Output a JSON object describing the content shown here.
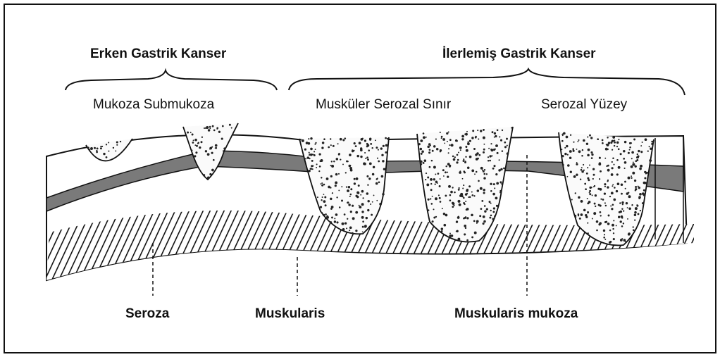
{
  "headers": {
    "early": "Erken Gastrik Kanser",
    "advanced": "İlerlemiş Gastrik Kanser"
  },
  "depth_labels": {
    "mucosa_submucosa": "Mukoza Submukoza",
    "muscular_serosal": "Musküler Serozal Sınır",
    "serosal_surface": "Serozal Yüzey"
  },
  "layer_labels": {
    "serosa": "Seroza",
    "muscularis": "Muskularis",
    "muscularis_mucosa": "Muskularis mukoza"
  },
  "colors": {
    "line": "#111111",
    "muscularis_mucosa_band": "#7a7a7a",
    "tumor_dots": "#222222",
    "background": "#ffffff"
  }
}
